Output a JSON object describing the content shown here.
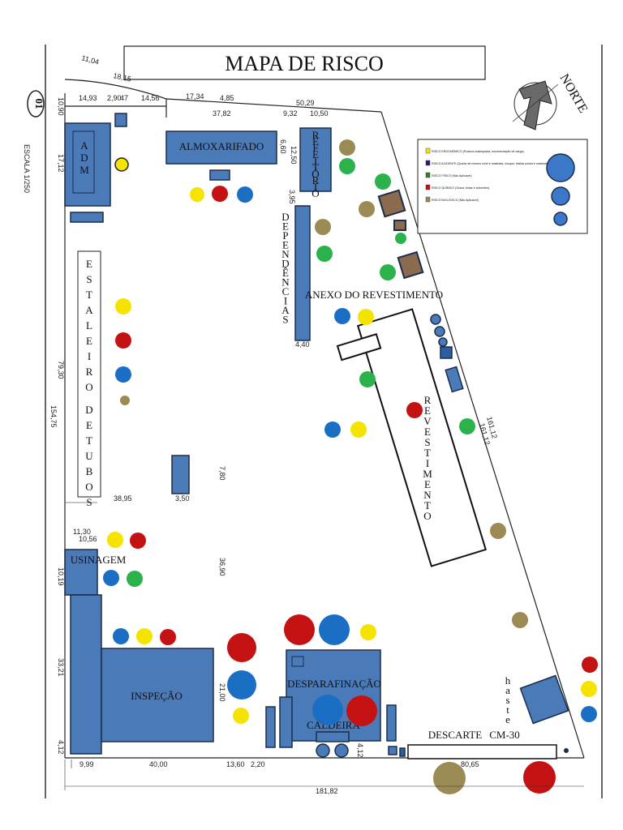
{
  "title": "MAPA DE RISCO",
  "north_label": "NORTE",
  "scale": {
    "number": "01",
    "text": "ESCALA 1/250"
  },
  "colors": {
    "block": "#4a7ab8",
    "physical": "#2e7d32",
    "chemical": "#c41212",
    "biological": "#9c8a55",
    "ergonomic": "#f5e400",
    "accident": "#1a6fc4"
  },
  "areas": {
    "adm": "A D M",
    "almoxarifado": "ALMOXARIFADO",
    "refeitorio": "REFEITÓRIO",
    "dependencias": "DEPENDÊNCIAS",
    "anexo": "ANEXO DO REVESTIMENTO",
    "estaleiro": "ESTALEIRO DE TUBOS",
    "revestimento": "REVESTIMENTO",
    "usinagem": "USINAGEM",
    "inspecao": "INSPEÇÃO",
    "desparafinacao": "DESPARAFINAÇÃO",
    "caldeira": "CALDEIRA",
    "descarte": "DESCARTE",
    "haste": "haste",
    "cm30": "CM-30"
  },
  "legend": {
    "items": [
      {
        "label": "RISCO ERGONÔMICO (Postura inadequada, movimentação de carga)",
        "color": "ergonomic"
      },
      {
        "label": "RISCO ACIDENTE (Queda de mesmo nível e materiais, choque, batida contra e materiais perfuro cortantes)",
        "color": "dark"
      },
      {
        "label": "RISCO FÍSICO (Não Aplicável)",
        "color": "physical"
      },
      {
        "label": "RISCO QUÍMICO (Graxa, tintas e solventes)",
        "color": "chemical"
      },
      {
        "label": "RISCO BIOLÓGICO (Não Aplicável)",
        "color": "biological"
      }
    ]
  },
  "dimensions": {
    "d1104": "11,04",
    "d1815": "18,15",
    "d1493": "14,93",
    "d290": "2,90",
    "d47": "47",
    "d1456": "14,56",
    "d1734": "17,34",
    "d485": "4,85",
    "d3782": "37,82",
    "d5029": "50,29",
    "d932": "9,32",
    "d1050": "10,50",
    "d1090": "10,90",
    "d1712": "17,12",
    "d660": "6,60",
    "d1250": "12,50",
    "d395": "3,95",
    "d440": "4,40",
    "d7930": "79,30",
    "d15475": "154,75",
    "d3895": "38,95",
    "d350": "3,50",
    "d780": "7,80",
    "d1130": "11,30",
    "d1056": "10,56",
    "d1019": "10,19",
    "d3690": "36,90",
    "d3321": "33,21",
    "d2100": "21,00",
    "d412a": "4,12",
    "d412b": "4,12",
    "d999": "9,99",
    "d4000": "40,00",
    "d1360": "13,60",
    "d220": "2,20",
    "d8065": "80,65",
    "d18182": "181,82",
    "d16112a": "161,12",
    "d16112b": "161,12"
  }
}
